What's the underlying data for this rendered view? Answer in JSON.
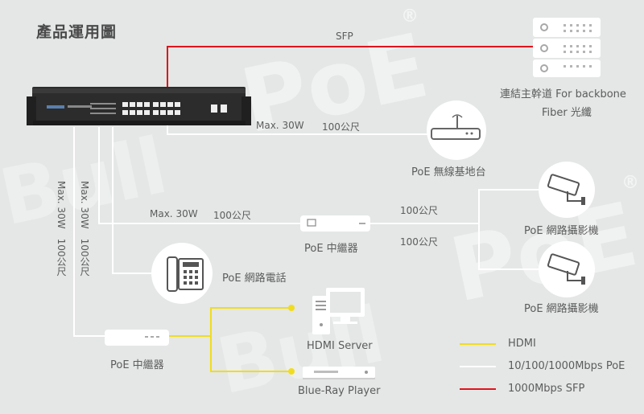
{
  "title": "產品運用圖",
  "watermark": {
    "brand1": "Bull",
    "brand2": "PoE",
    "reg": "®"
  },
  "links": {
    "sfp": "SFP",
    "ap_power": "Max. 30W",
    "ap_dist": "100公尺",
    "ext_power": "Max. 30W",
    "ext_dist": "100公尺",
    "cam1_dist": "100公尺",
    "cam2_dist": "100公尺",
    "vert1": "Max. 30W　100公尺",
    "vert2": "Max. 30W　100公尺"
  },
  "devices": {
    "backbone_line1": "連結主幹道 For backbone",
    "backbone_line2": "Fiber 光纖",
    "ap": "PoE 無線基地台",
    "extender_top": "PoE 中繼器",
    "camera1": "PoE 網路攝影機",
    "camera2": "PoE 網路攝影機",
    "phone": "PoE 網路電話",
    "extender_bottom": "PoE 中繼器",
    "hdmi_server": "HDMI Server",
    "bluray": "Blue-Ray Player"
  },
  "legend": [
    {
      "label": "HDMI",
      "color": "#f1dc1e"
    },
    {
      "label": "10/100/1000Mbps PoE",
      "color": "#ffffff"
    },
    {
      "label": "1000Mbps SFP",
      "color": "#e0141c"
    }
  ]
}
